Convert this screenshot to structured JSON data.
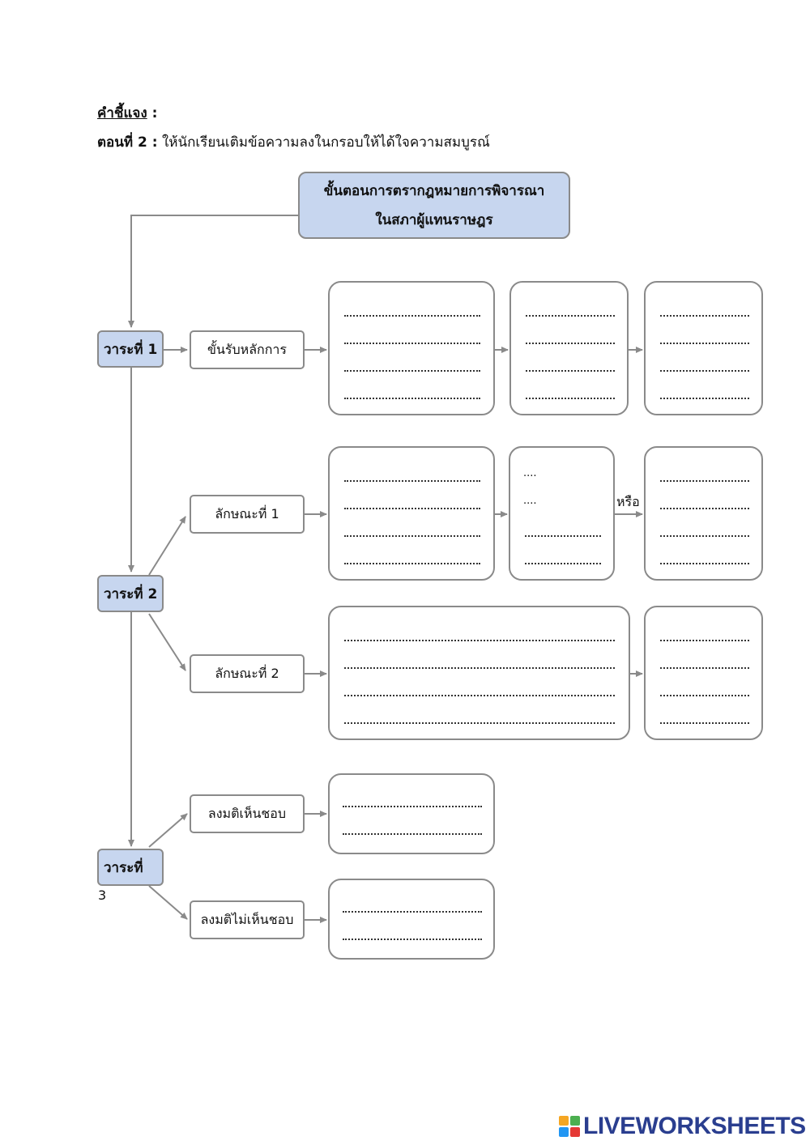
{
  "instructions": {
    "title": "คำชี้แจง",
    "title_suffix": " :",
    "part_label": "ตอนที่ 2 :",
    "part_text": " ให้นักเรียนเติมข้อความลงในกรอบให้ได้ใจความสมบูรณ์"
  },
  "diagram": {
    "title_line1": "ขั้นตอนการตรากฎหมายการพิจารณา",
    "title_line2": "ในสภาผู้แทนราษฎร",
    "stages": {
      "stage1": "วาระที่ 1",
      "stage2": "วาระที่ 2",
      "stage3": "วาระที่",
      "stage3_suffix": "3"
    },
    "steps": {
      "accept_principle": "ขั้นรับหลักการ",
      "type1": "ลักษณะที่ 1",
      "type2": "ลักษณะที่ 2",
      "approve": "ลงมติเห็นชอบ",
      "disapprove": "ลงมติไม่เห็นชอบ"
    },
    "or_label": "หรือ",
    "short_dots": "...."
  },
  "footer": {
    "brand": "LIVEWORKSHEETS",
    "colors": [
      "#f5a623",
      "#4caf50",
      "#2196f3",
      "#e53935"
    ]
  }
}
